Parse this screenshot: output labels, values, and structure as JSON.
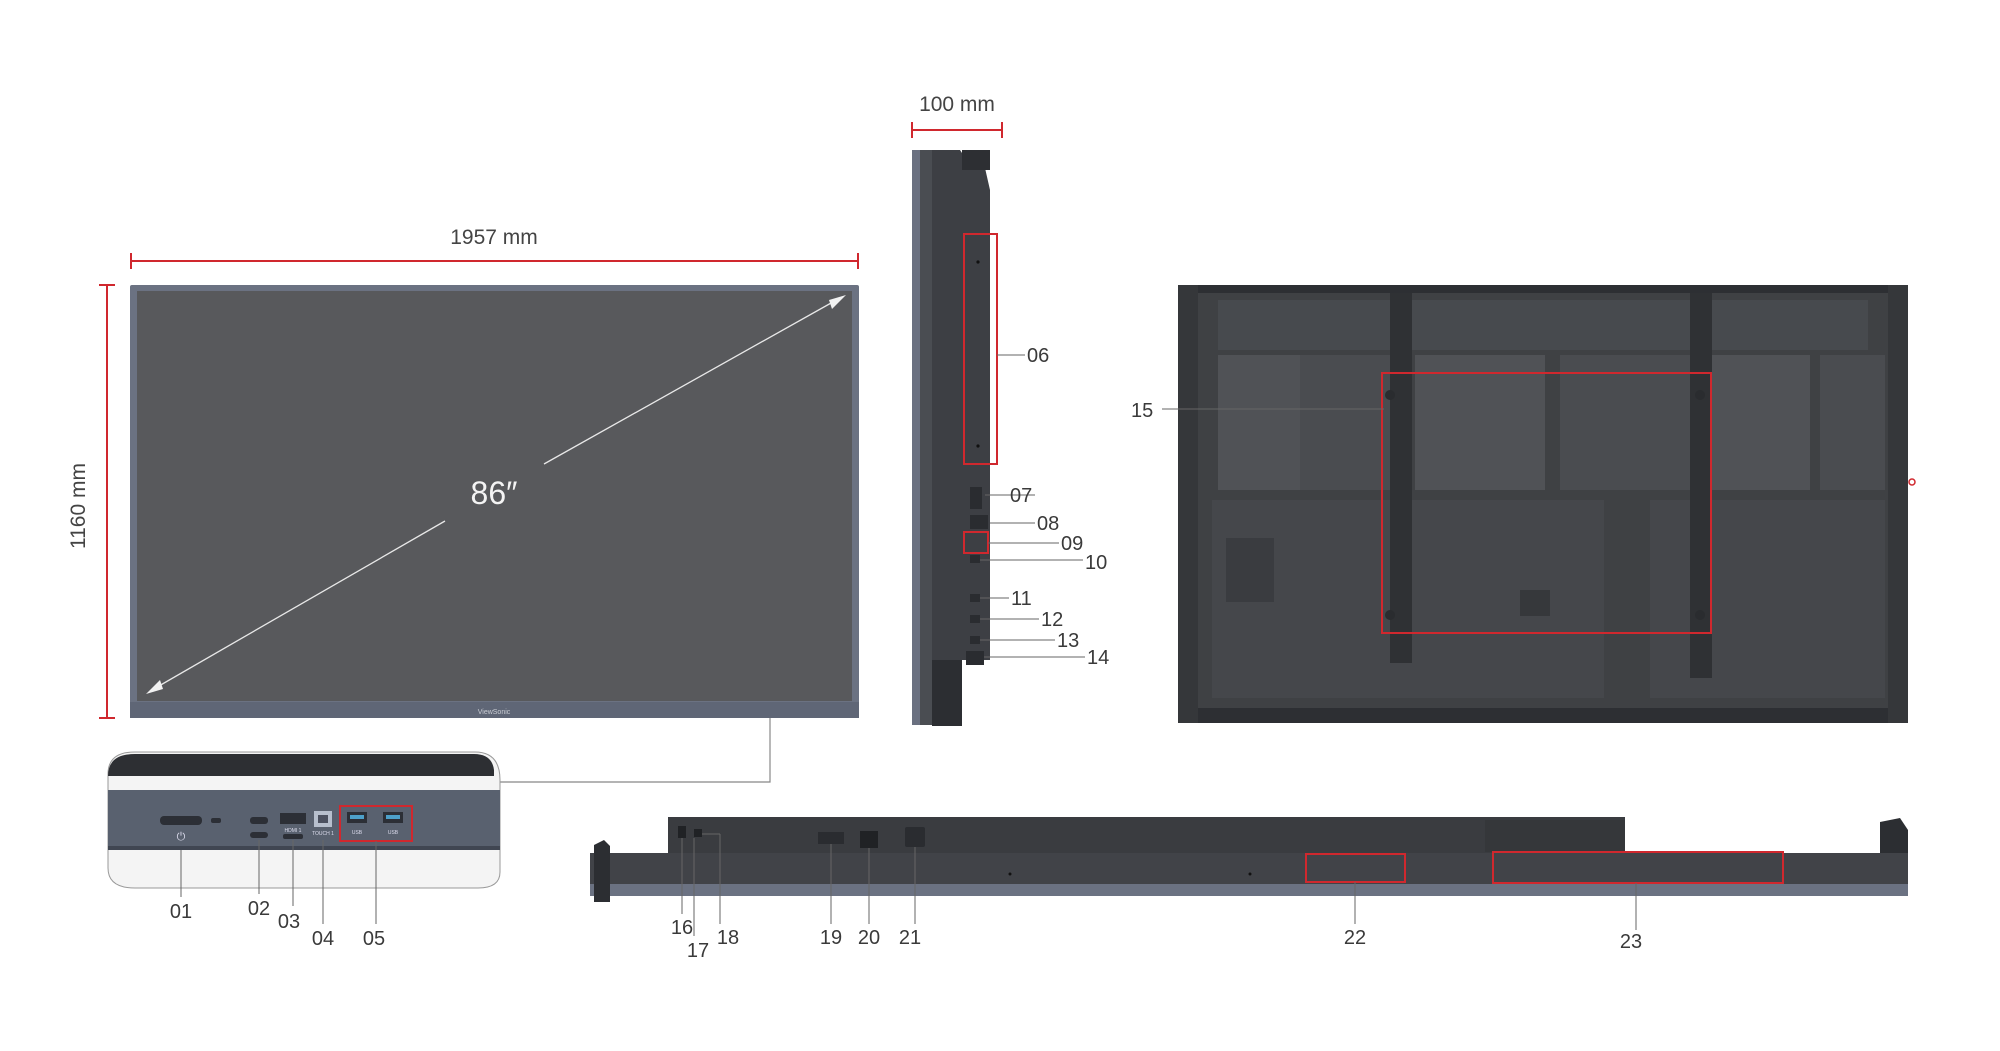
{
  "dimensions": {
    "width": "1957 mm",
    "height": "1160 mm",
    "depth": "100 mm",
    "diagonal": "86″"
  },
  "branding": {
    "logo_text": "ViewSonic"
  },
  "front_panel_port_labels": {
    "hdmi": "HDMI 1",
    "touch": "TOUCH 1",
    "usb_a": "USB",
    "usb_b": "USB"
  },
  "callouts": [
    "01",
    "02",
    "03",
    "04",
    "05",
    "06",
    "07",
    "08",
    "09",
    "10",
    "11",
    "12",
    "13",
    "14",
    "15",
    "16",
    "17",
    "18",
    "19",
    "20",
    "21",
    "22",
    "23"
  ],
  "colors": {
    "highlight": "#d0282e",
    "panel_dark": "#3c3e42",
    "screen": "#56585b",
    "bezel": "#6a7080",
    "leader": "#555555"
  }
}
